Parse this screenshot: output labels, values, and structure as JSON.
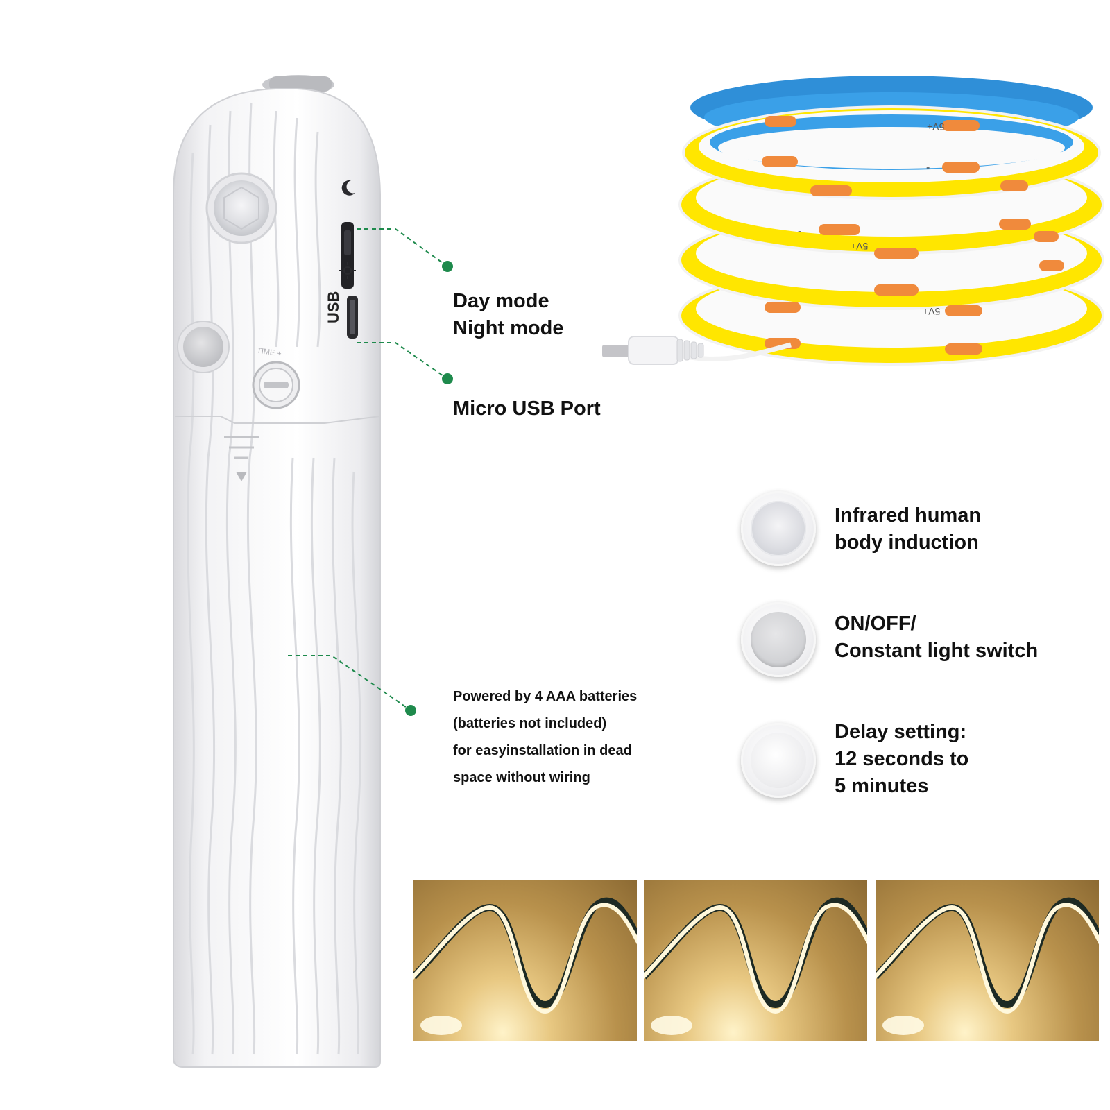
{
  "callouts": {
    "mode_switch": {
      "line1": "Day mode",
      "line2": "Night mode"
    },
    "usb": {
      "label": "Micro USB Port"
    },
    "battery": {
      "lines": [
        "Powered by 4 AAA batteries",
        "(batteries not included)",
        "for easyinstallation in dead",
        "space without wiring"
      ]
    }
  },
  "features": [
    {
      "icon": "pir-sensor-icon",
      "lines": [
        "Infrared human",
        "body induction"
      ]
    },
    {
      "icon": "power-button-icon",
      "lines": [
        "ON/OFF/",
        "Constant light switch"
      ]
    },
    {
      "icon": "delay-knob-icon",
      "lines": [
        "Delay setting:",
        "12 seconds to",
        "5 minutes"
      ]
    }
  ],
  "device_labels": {
    "usb_port": "USB",
    "time_dial": "TIME +",
    "strip_positive": "5V+",
    "strip_negative": "-"
  },
  "colors": {
    "leader_line": "#1e8a4c",
    "strip_yellow": "#ffe600",
    "strip_back": "#2f8fd8",
    "pad_orange": "#f08a3c",
    "glow": "#fff3c9"
  }
}
